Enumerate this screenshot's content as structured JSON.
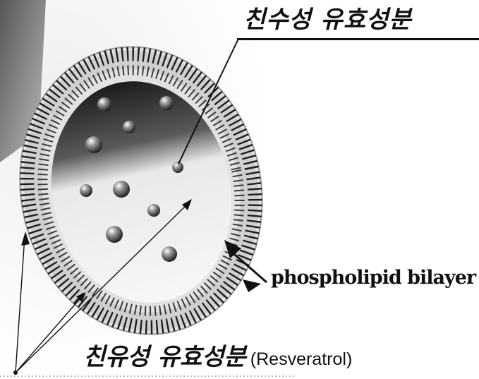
{
  "labels": {
    "hydrophilic": "친수성 유효성분",
    "bilayer": "phospholipid bilayer",
    "lipophilic": "친유성 유효성분",
    "lipophilic_example": "(Resveratrol)"
  }
}
